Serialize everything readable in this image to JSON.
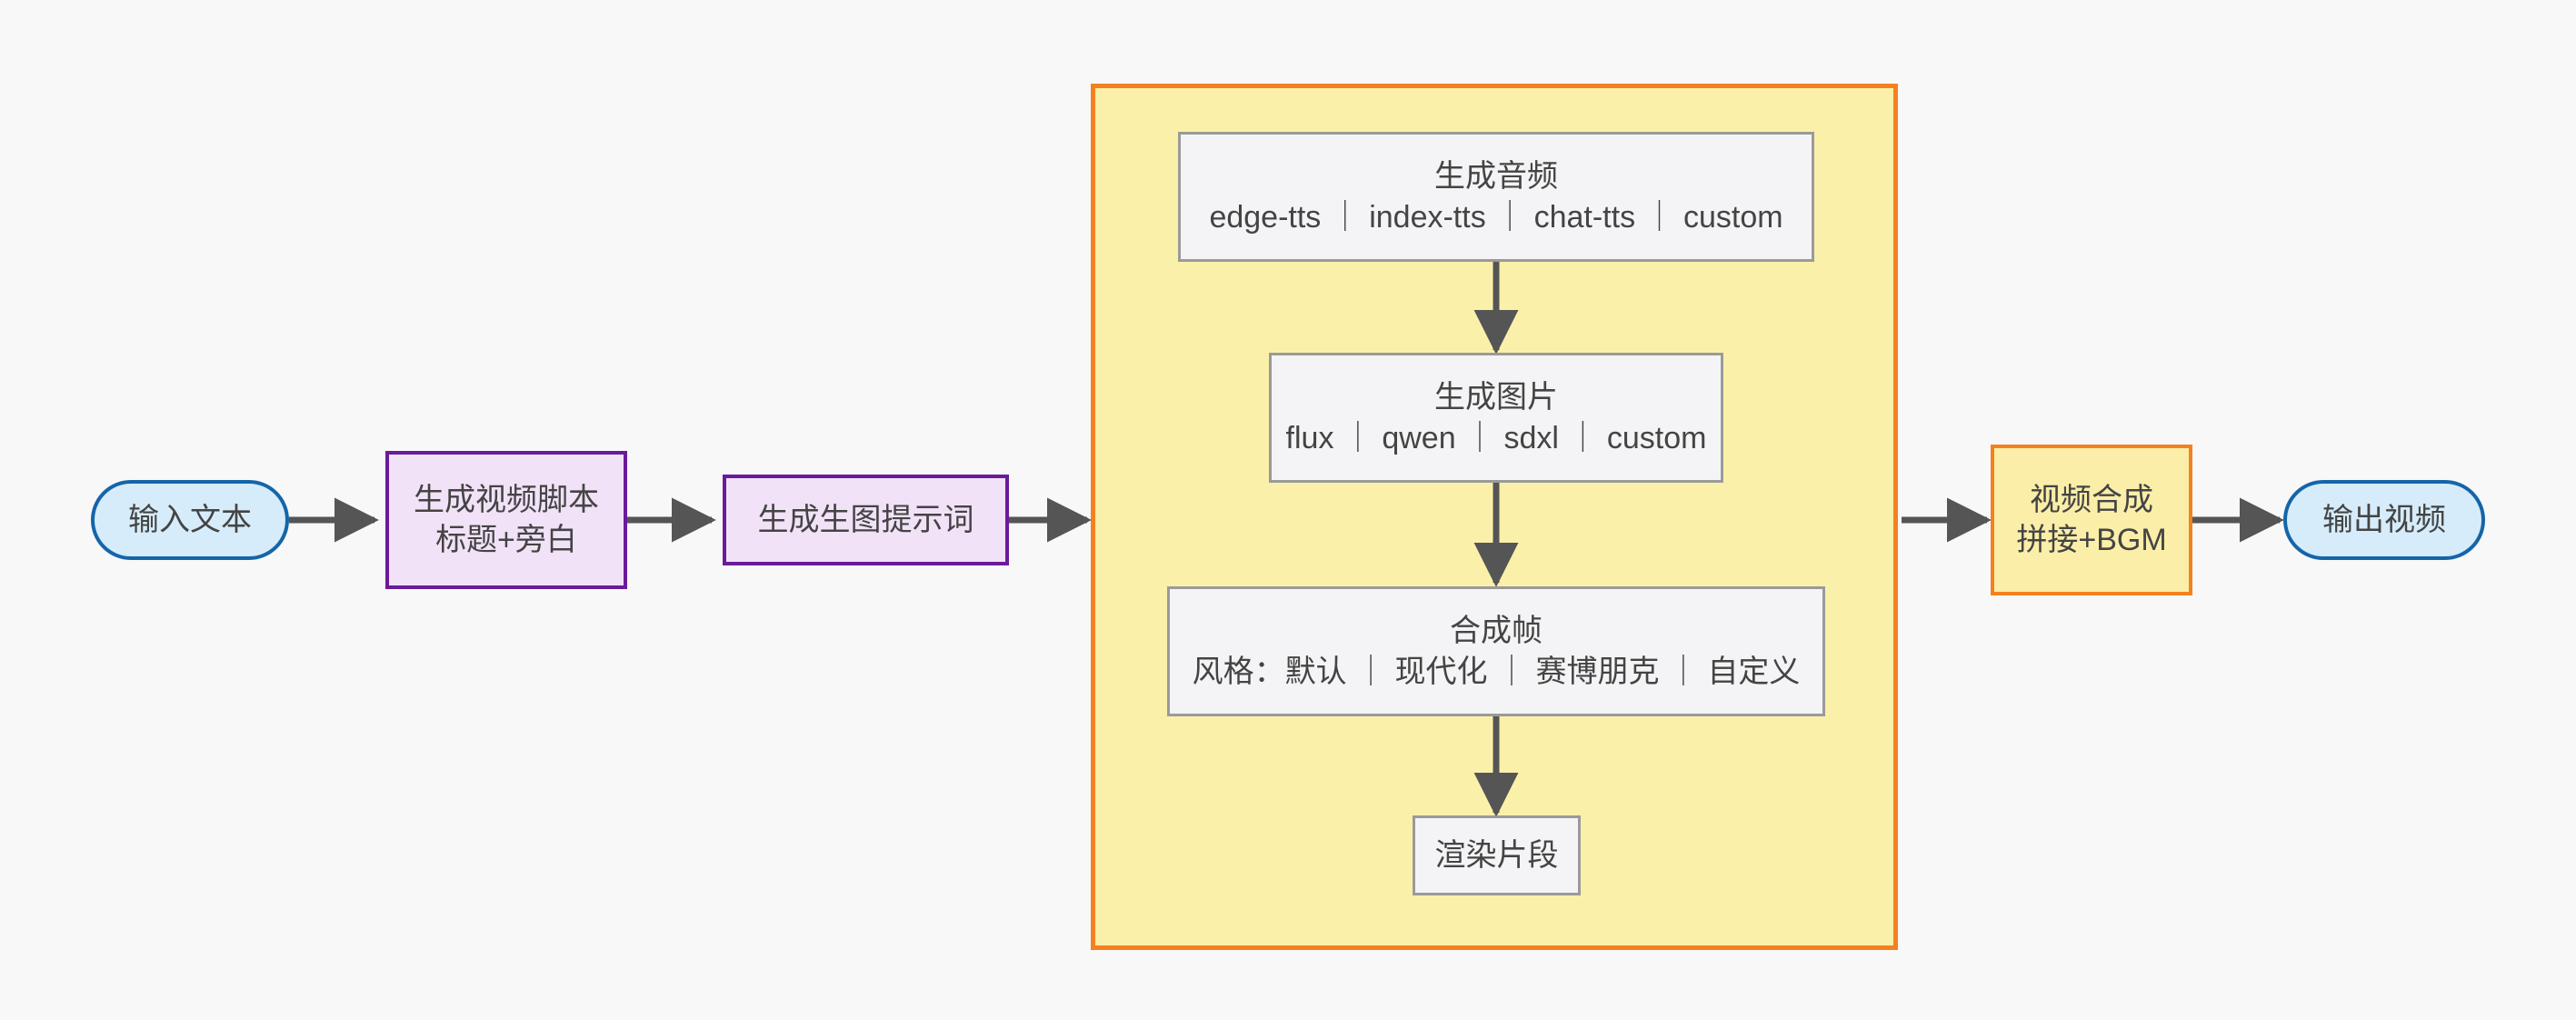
{
  "diagram": {
    "type": "flowchart",
    "direction": "left-to-right",
    "background_color": "#f8f8f9",
    "title": ""
  },
  "palette": {
    "terminator_fill": "#d6ecfa",
    "terminator_stroke": "#1565a8",
    "process_fill": "#f2e2f8",
    "process_stroke": "#6a1b9a",
    "accent_fill": "#fbeea8",
    "accent_stroke": "#f4811f",
    "subgraph_fill": "#fbf0a9",
    "subgraph_stroke": "#f4811f",
    "plain_fill": "#f4f4f6",
    "plain_stroke": "#9a9a9a",
    "edge_color": "#555555",
    "text_color": "#444444"
  },
  "nodes": {
    "input_text": {
      "id": "input_text",
      "label": "输入文本",
      "shape": "stadium"
    },
    "gen_script": {
      "id": "gen_script",
      "shape": "rect",
      "lines": [
        "生成视频脚本",
        "标题+旁白"
      ]
    },
    "gen_prompt": {
      "id": "gen_prompt",
      "label": "生成生图提示词",
      "shape": "rect"
    },
    "gen_audio": {
      "id": "gen_audio",
      "shape": "rect",
      "lines": [
        "生成音频",
        "edge-tts ｜ index-tts ｜ chat-tts ｜ custom"
      ]
    },
    "gen_image": {
      "id": "gen_image",
      "shape": "rect",
      "lines": [
        "生成图片",
        "flux ｜ qwen ｜ sdxl ｜ custom"
      ]
    },
    "compose_frame": {
      "id": "compose_frame",
      "shape": "rect",
      "lines": [
        "合成帧",
        "风格：默认 ｜ 现代化 ｜ 赛博朋克 ｜ 自定义"
      ]
    },
    "render_clip": {
      "id": "render_clip",
      "label": "渲染片段",
      "shape": "rect"
    },
    "video_merge": {
      "id": "video_merge",
      "shape": "rect",
      "lines": [
        "视频合成",
        "拼接+BGM"
      ]
    },
    "output_video": {
      "id": "output_video",
      "label": "输出视频",
      "shape": "stadium"
    }
  },
  "subgraph": {
    "id": "per_segment_pipeline",
    "label": ""
  },
  "edges": [
    {
      "from": "input_text",
      "to": "gen_script",
      "label": ""
    },
    {
      "from": "gen_script",
      "to": "gen_prompt",
      "label": ""
    },
    {
      "from": "gen_prompt",
      "to": "per_segment_pipeline",
      "label": ""
    },
    {
      "from": "gen_audio",
      "to": "gen_image",
      "label": ""
    },
    {
      "from": "gen_image",
      "to": "compose_frame",
      "label": ""
    },
    {
      "from": "compose_frame",
      "to": "render_clip",
      "label": ""
    },
    {
      "from": "per_segment_pipeline",
      "to": "video_merge",
      "label": ""
    },
    {
      "from": "video_merge",
      "to": "output_video",
      "label": ""
    }
  ]
}
